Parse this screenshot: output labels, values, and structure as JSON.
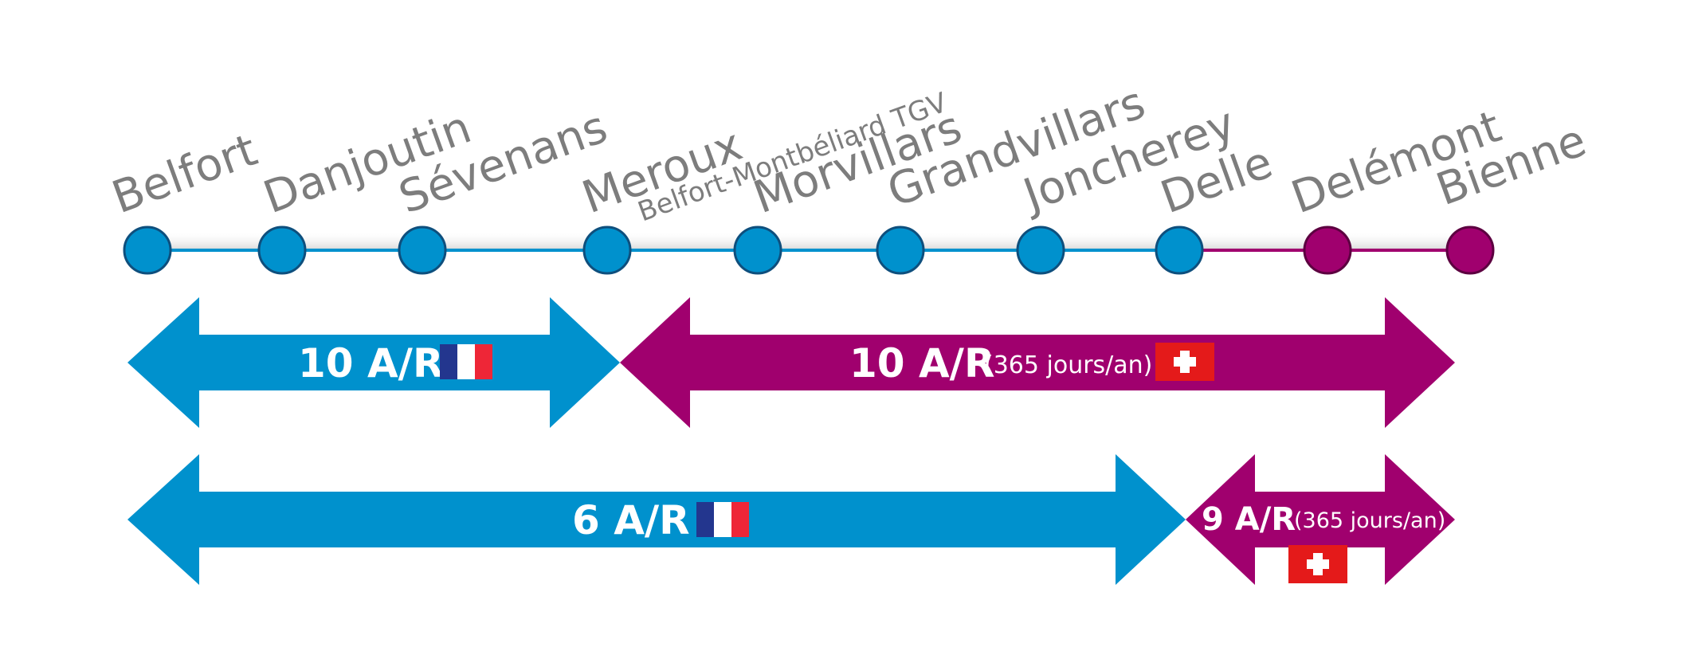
{
  "colors": {
    "france_line": "#0091cd",
    "swiss_line": "#a0006e",
    "station_blue": "#0091cd",
    "station_purple": "#a0006e",
    "label_grey": "#7d7d7d",
    "flag_blue": "#23368e",
    "flag_red": "#ee2637",
    "swiss_red": "#e41a1a"
  },
  "stations": [
    {
      "name": "Belfort",
      "network": "france"
    },
    {
      "name": "Danjoutin",
      "network": "france"
    },
    {
      "name": "Sévenans",
      "network": "france"
    },
    {
      "name": "Meroux",
      "sub": "Belfort-Montbéliard TGV",
      "network": "france"
    },
    {
      "name": "Morvillars",
      "network": "france"
    },
    {
      "name": "Grandvillars",
      "network": "france"
    },
    {
      "name": "Joncherey",
      "network": "france"
    },
    {
      "name": "Delle",
      "network": "france"
    },
    {
      "name": "Delémont",
      "network": "swiss"
    },
    {
      "name": "Bienne",
      "network": "swiss"
    }
  ],
  "services": [
    {
      "label": "10 A/R",
      "note": "",
      "flag": "france-flag",
      "from": "Belfort",
      "to": "Meroux"
    },
    {
      "label": "10 A/R",
      "note": "(365 jours/an)",
      "flag": "swiss-flag",
      "from": "Meroux",
      "to": "Bienne"
    },
    {
      "label": "6 A/R",
      "note": "",
      "flag": "france-flag",
      "from": "Belfort",
      "to": "Delle"
    },
    {
      "label": "9 A/R",
      "note": "(365 jours/an)",
      "flag": "swiss-flag",
      "from": "Delle",
      "to": "Bienne"
    }
  ]
}
